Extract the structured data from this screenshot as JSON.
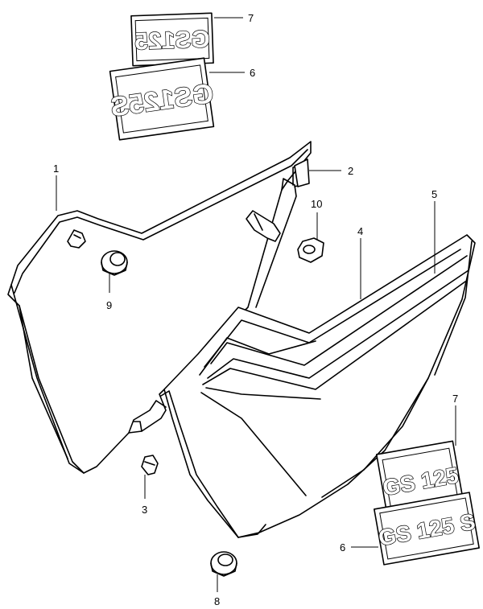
{
  "emblems": {
    "top_small": "GS125",
    "top_large": "GS125S",
    "bottom_small": "GS 125",
    "bottom_large": "GS 125 S"
  },
  "callouts": [
    {
      "id": "c7top",
      "label": "7"
    },
    {
      "id": "c6top",
      "label": "6"
    },
    {
      "id": "c1",
      "label": "1"
    },
    {
      "id": "c2",
      "label": "2"
    },
    {
      "id": "c10",
      "label": "10"
    },
    {
      "id": "c5",
      "label": "5"
    },
    {
      "id": "c4",
      "label": "4"
    },
    {
      "id": "c9",
      "label": "9"
    },
    {
      "id": "c3",
      "label": "3"
    },
    {
      "id": "c7bot",
      "label": "7"
    },
    {
      "id": "c6bot",
      "label": "6"
    },
    {
      "id": "c8",
      "label": "8"
    }
  ]
}
